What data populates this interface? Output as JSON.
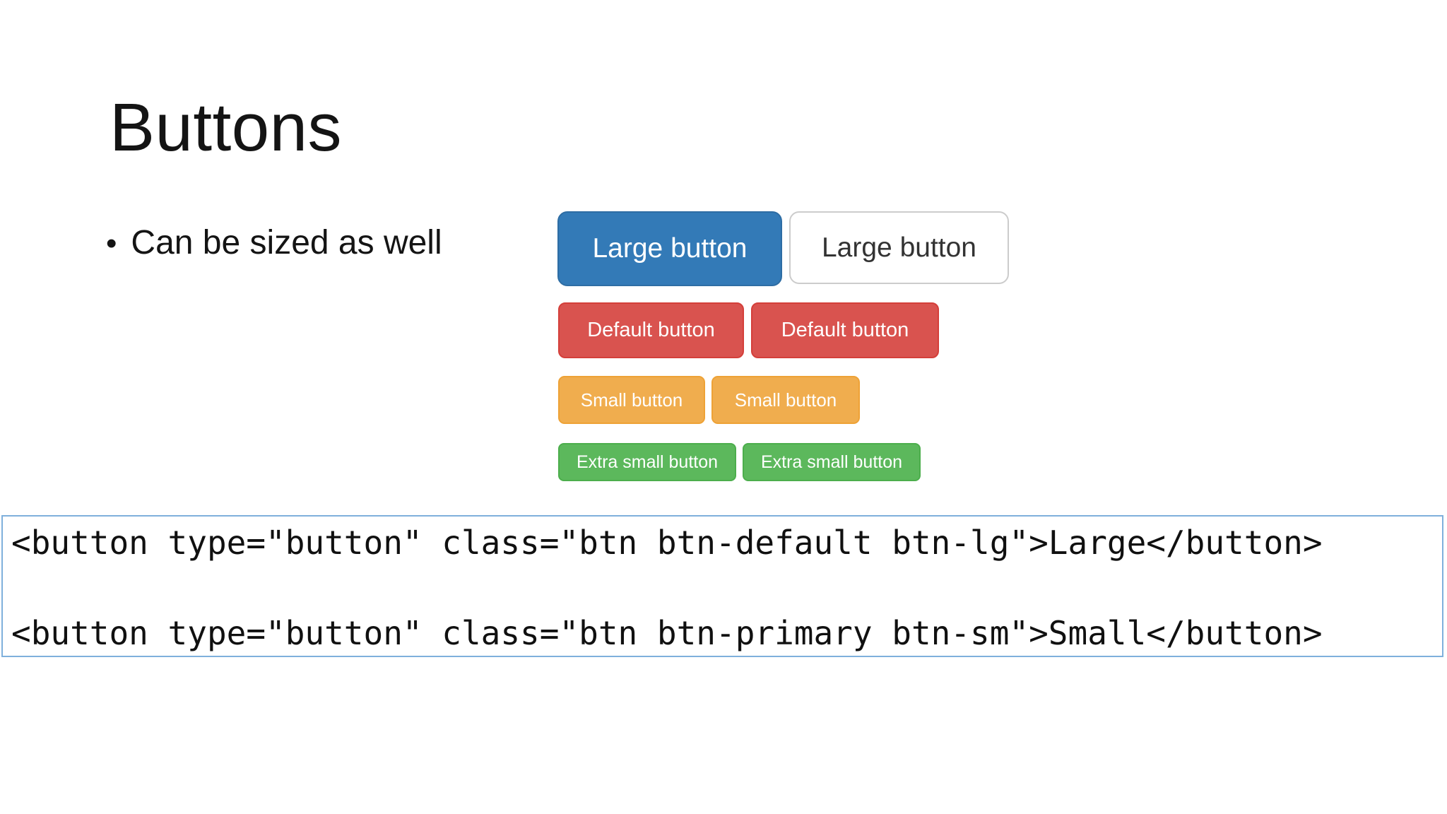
{
  "slide": {
    "title": "Buttons",
    "bullet_glyph": "•",
    "bullet_text": "Can be sized as well"
  },
  "buttons": {
    "large_primary": "Large button",
    "large_default": "Large button",
    "default_danger_1": "Default button",
    "default_danger_2": "Default button",
    "small_warning_1": "Small button",
    "small_warning_2": "Small button",
    "xsmall_success_1": "Extra small button",
    "xsmall_success_2": "Extra small button"
  },
  "code": {
    "line1": "<button type=\"button\" class=\"btn btn-default btn-lg\">Large</button>",
    "line2": "<button type=\"button\" class=\"btn btn-primary btn-sm\">Small</button>"
  },
  "colors": {
    "primary": "#337ab7",
    "primary_border": "#2e6da4",
    "danger": "#d9534f",
    "danger_border": "#d43f3a",
    "warning": "#f0ad4e",
    "warning_border": "#eea236",
    "success": "#5cb85c",
    "success_border": "#4cae4c",
    "default_bg": "#ffffff",
    "default_border": "#cccccc",
    "default_text": "#333333",
    "code_border": "#7fb0dc"
  }
}
